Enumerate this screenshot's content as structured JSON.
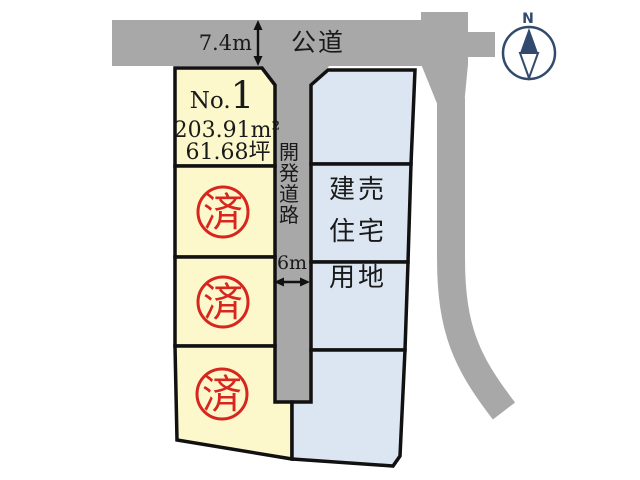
{
  "colors": {
    "road_gray": "#a8a8a8",
    "lot_yellow": "#fcf8cc",
    "lot_blue": "#dce6f2",
    "stamp_red": "#d6261e",
    "compass_navy": "#324a6d",
    "outline_black": "#111111",
    "text_black": "#1a1a1a"
  },
  "roads": {
    "public_road": {
      "name": "公道",
      "width_label": "7.4m"
    },
    "development_road": {
      "name_chars": [
        "開",
        "発",
        "道",
        "路"
      ],
      "width_label": "6m"
    }
  },
  "lots": {
    "lot1": {
      "number_prefix": "No.",
      "number": "1",
      "area_sqm": "203.91m²",
      "area_tsubo": "61.68坪"
    },
    "sold_stamp": "済"
  },
  "sale_area": {
    "line1": "建売",
    "line2": "住宅",
    "line3": "用地"
  },
  "compass": {
    "north_label": "N"
  }
}
